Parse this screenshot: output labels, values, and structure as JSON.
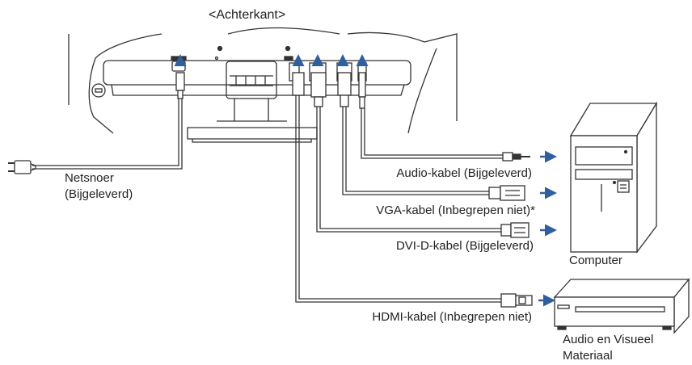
{
  "title": "<Achterkant>",
  "labels": {
    "power_cord": [
      "Netsnoer",
      "(Bijgeleverd)"
    ],
    "audio_cable": "Audio-kabel (Bijgeleverd)",
    "vga_cable": "VGA-kabel (Inbegrepen niet)*",
    "dvi_cable": "DVI-D-kabel (Bijgeleverd)",
    "hdmi_cable": "HDMI-kabel (Inbegrepen niet)",
    "computer": "Computer",
    "av_device": [
      "Audio en Visueel",
      "Materiaal"
    ]
  },
  "colors": {
    "line": "#333333",
    "arrow": "#2f5f9f",
    "fill": "#ffffff"
  }
}
